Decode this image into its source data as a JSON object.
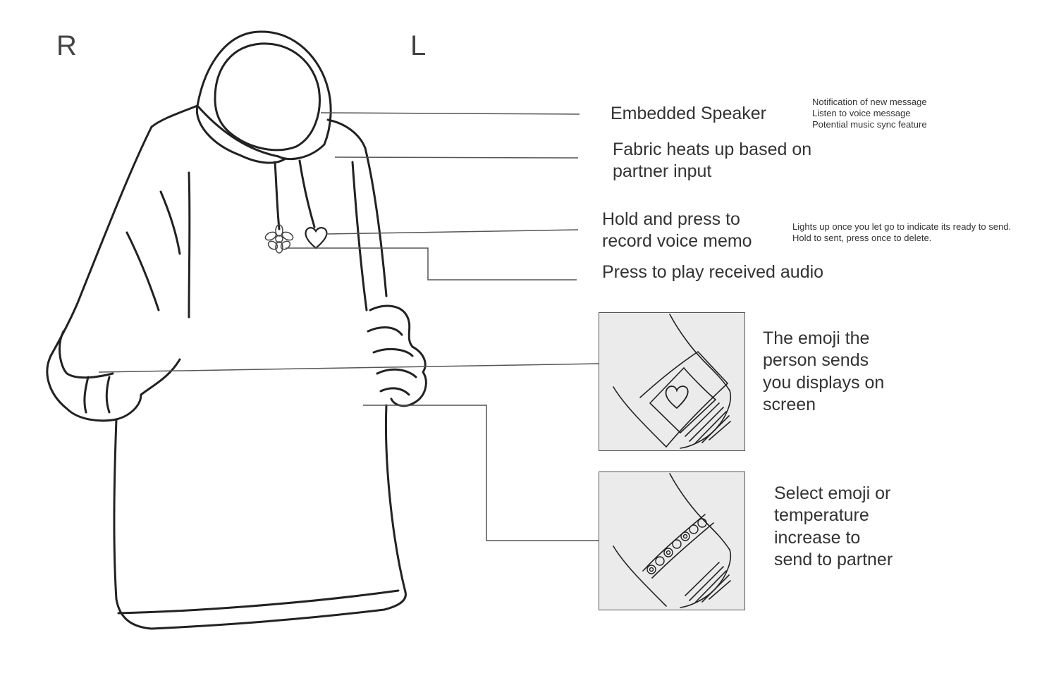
{
  "sides": {
    "right": "R",
    "left": "L"
  },
  "labels": {
    "speaker": {
      "title": "Embedded Speaker",
      "notes": [
        "Notification of new message",
        "Listen to voice message",
        "Potential music sync feature"
      ]
    },
    "fabric": {
      "lines": [
        "Fabric heats up based on",
        "partner input"
      ]
    },
    "record": {
      "lines": [
        "Hold and press to",
        "record voice memo"
      ],
      "notes": [
        "Lights up once you let go to indicate its ready to send.",
        "Hold to sent, press once to delete."
      ]
    },
    "play": {
      "title": "Press to play received audio"
    },
    "emoji_display": {
      "lines": [
        "The emoji the",
        "person sends",
        "you displays on",
        "screen"
      ]
    },
    "emoji_select": {
      "lines": [
        "Select emoji or",
        "temperature",
        "increase to",
        "send to partner"
      ]
    }
  },
  "icons": {
    "flower_button": "flower-icon",
    "heart_button": "heart-icon",
    "screen_heart": "heart-icon"
  },
  "colors": {
    "ink": "#222222",
    "text": "#333333",
    "panel": "#ebebeb",
    "leader": "#555555"
  }
}
